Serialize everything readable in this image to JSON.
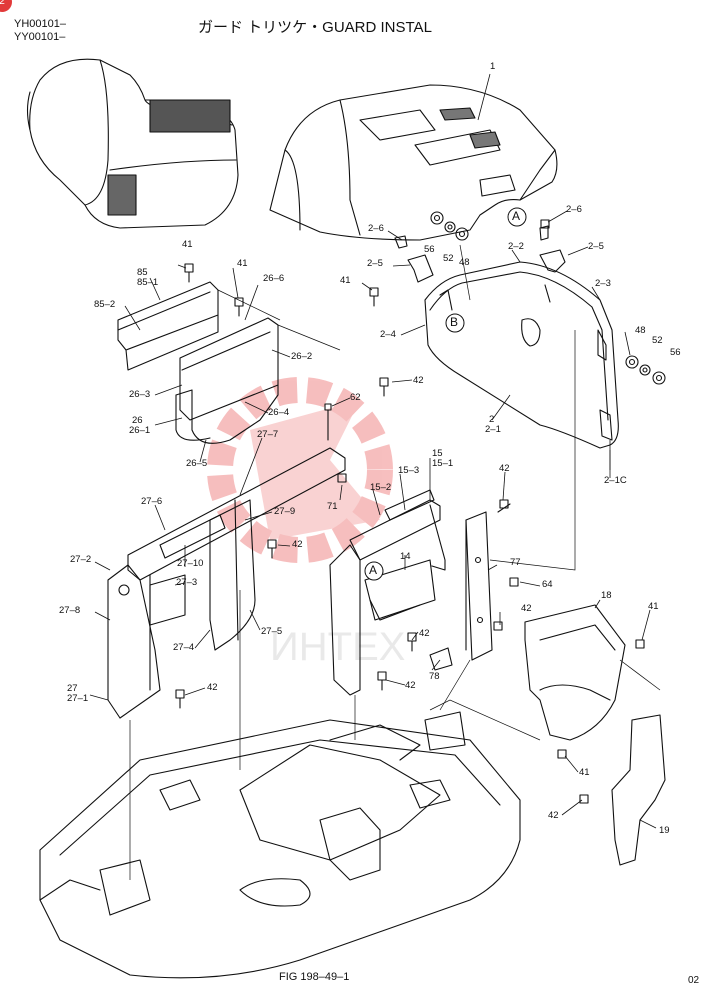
{
  "header": {
    "badge": "2",
    "model_codes": [
      "YH00101–",
      "YY00101–"
    ],
    "title": "ガード トリツケ・GUARD INSTAL"
  },
  "footer": {
    "figure": "FIG 198–49–1",
    "page": "02"
  },
  "watermark_colors": {
    "gear": "#f08a8a",
    "text": "#d8d8d8"
  },
  "callouts": [
    {
      "id": "l-1",
      "text": "1"
    },
    {
      "id": "l-2-6a",
      "text": "2–6"
    },
    {
      "id": "l-2-6b",
      "text": "2–6"
    },
    {
      "id": "l-56a",
      "text": "56"
    },
    {
      "id": "l-52a",
      "text": "52"
    },
    {
      "id": "l-48a",
      "text": "48"
    },
    {
      "id": "l-2-2",
      "text": "2–2"
    },
    {
      "id": "l-2-5a",
      "text": "2–5"
    },
    {
      "id": "l-2-5b",
      "text": "2–5"
    },
    {
      "id": "l-41a",
      "text": "41"
    },
    {
      "id": "l-41b",
      "text": "41"
    },
    {
      "id": "l-41c",
      "text": "41"
    },
    {
      "id": "l-85",
      "text": "85"
    },
    {
      "id": "l-85-1",
      "text": "85–1"
    },
    {
      "id": "l-85-2",
      "text": "85–2"
    },
    {
      "id": "l-26-6",
      "text": "26–6"
    },
    {
      "id": "l-2-3",
      "text": "2–3"
    },
    {
      "id": "l-2-4",
      "text": "2–4"
    },
    {
      "id": "l-48b",
      "text": "48"
    },
    {
      "id": "l-52b",
      "text": "52"
    },
    {
      "id": "l-56b",
      "text": "56"
    },
    {
      "id": "l-26-2",
      "text": "26–2"
    },
    {
      "id": "l-26-3",
      "text": "26–3"
    },
    {
      "id": "l-42a",
      "text": "42"
    },
    {
      "id": "l-62",
      "text": "62"
    },
    {
      "id": "l-26-4",
      "text": "26–4"
    },
    {
      "id": "l-2",
      "text": "2"
    },
    {
      "id": "l-2-1",
      "text": "2–1"
    },
    {
      "id": "l-26",
      "text": "26"
    },
    {
      "id": "l-26-1",
      "text": "26–1"
    },
    {
      "id": "l-27-7",
      "text": "27–7"
    },
    {
      "id": "l-26-5",
      "text": "26–5"
    },
    {
      "id": "l-15",
      "text": "15"
    },
    {
      "id": "l-15-1",
      "text": "15–1"
    },
    {
      "id": "l-15-3",
      "text": "15–3"
    },
    {
      "id": "l-42b",
      "text": "42"
    },
    {
      "id": "l-2-1c",
      "text": "2–1C"
    },
    {
      "id": "l-15-2",
      "text": "15–2"
    },
    {
      "id": "l-71",
      "text": "71"
    },
    {
      "id": "l-27-6",
      "text": "27–6"
    },
    {
      "id": "l-27-9",
      "text": "27–9"
    },
    {
      "id": "l-42c",
      "text": "42"
    },
    {
      "id": "l-27-10",
      "text": "27–10"
    },
    {
      "id": "l-27-2",
      "text": "27–2"
    },
    {
      "id": "l-14",
      "text": "14"
    },
    {
      "id": "l-77",
      "text": "77"
    },
    {
      "id": "l-27-3",
      "text": "27–3"
    },
    {
      "id": "l-64",
      "text": "64"
    },
    {
      "id": "l-18",
      "text": "18"
    },
    {
      "id": "l-27-8",
      "text": "27–8"
    },
    {
      "id": "l-42d",
      "text": "42"
    },
    {
      "id": "l-41d",
      "text": "41"
    },
    {
      "id": "l-27-5",
      "text": "27–5"
    },
    {
      "id": "l-27-4",
      "text": "27–4"
    },
    {
      "id": "l-42e",
      "text": "42"
    },
    {
      "id": "l-78",
      "text": "78"
    },
    {
      "id": "l-42f",
      "text": "42"
    },
    {
      "id": "l-27",
      "text": "27"
    },
    {
      "id": "l-27-1",
      "text": "27–1"
    },
    {
      "id": "l-42g",
      "text": "42"
    },
    {
      "id": "l-41e",
      "text": "41"
    },
    {
      "id": "l-42h",
      "text": "42"
    },
    {
      "id": "l-19",
      "text": "19"
    }
  ],
  "ref_markers": [
    {
      "id": "m-a1",
      "text": "A"
    },
    {
      "id": "m-b",
      "text": "B"
    },
    {
      "id": "m-a2",
      "text": "A"
    }
  ]
}
